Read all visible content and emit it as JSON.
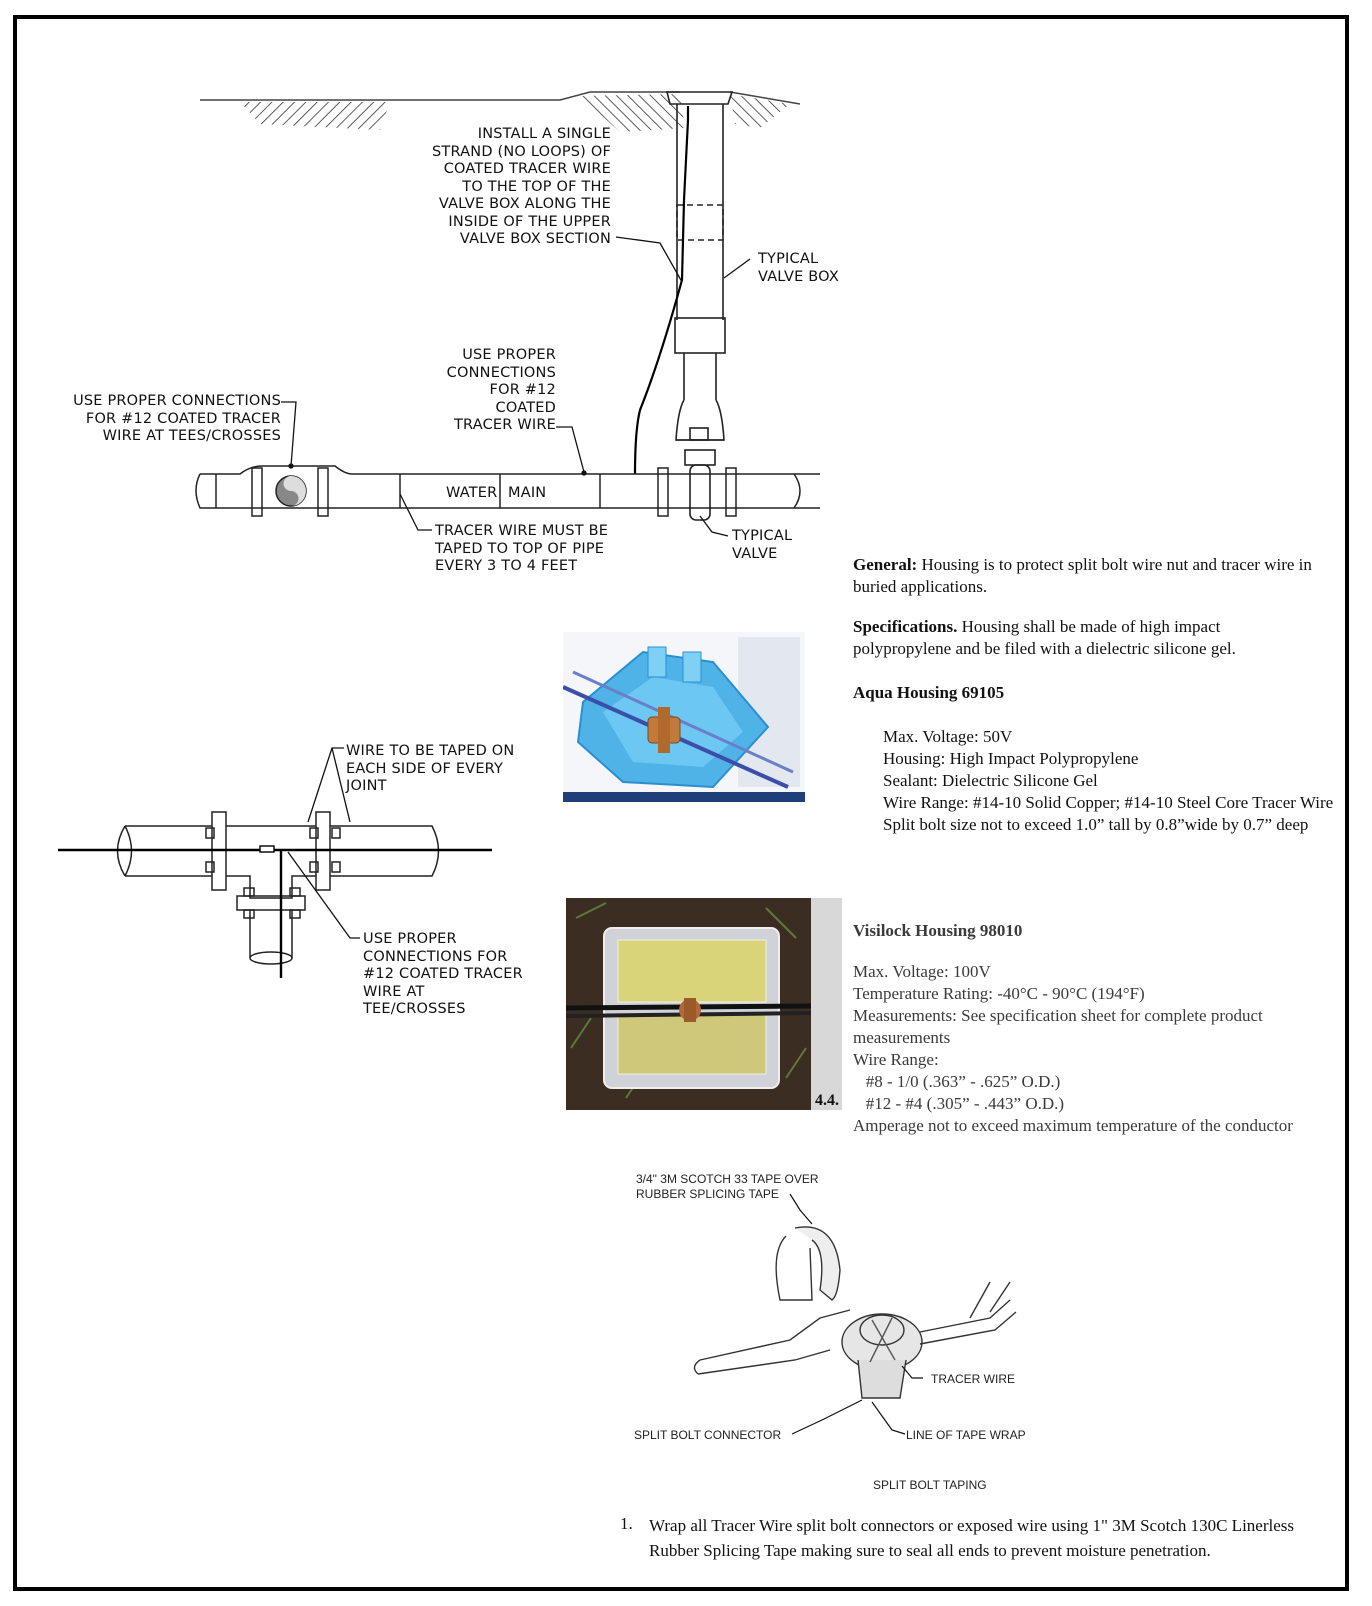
{
  "detail1": {
    "valve_wire_note": "INSTALL A SINGLE\nSTRAND (NO LOOPS) OF\nCOATED TRACER WIRE\nTO THE TOP OF THE\nVALVE BOX ALONG THE\nINSIDE OF THE UPPER\nVALVE BOX SECTION",
    "valve_box": "TYPICAL\nVALVE BOX",
    "connections_12": "USE PROPER\nCONNECTIONS\nFOR #12\nCOATED\nTRACER WIRE",
    "connections_tees": "USE PROPER CONNECTIONS\nFOR #12 COATED TRACER\nWIRE AT TEES/CROSSES",
    "water": "WATER",
    "main": "MAIN",
    "taped_note": "TRACER WIRE MUST BE\nTAPED TO TOP OF PIPE\nEVERY 3 TO 4 FEET",
    "typical_valve": "TYPICAL\nVALVE"
  },
  "detail2": {
    "taped_each_side": "WIRE TO BE TAPED ON\nEACH SIDE OF EVERY\nJOINT",
    "connections_tee": "USE PROPER\nCONNECTIONS FOR\n#12 COATED TRACER\nWIRE AT\nTEE/CROSSES"
  },
  "general": {
    "label": "General:",
    "text": " Housing is to protect split bolt wire nut and tracer wire in buried applications."
  },
  "specifications": {
    "label": "Specifications.",
    "text": " Housing shall be made of high impact polypropylene and be filed with a dielectric silicone gel."
  },
  "aqua": {
    "title": "Aqua Housing 69105",
    "specs": [
      "Max. Voltage: 50V",
      "Housing: High Impact Polypropylene",
      "Sealant: Dielectric Silicone Gel",
      "Wire Range: #14-10 Solid Copper; #14-10 Steel Core Tracer Wire",
      "Split bolt size not to exceed 1.0” tall by 0.8”wide by 0.7” deep"
    ]
  },
  "visilock": {
    "title": "Visilock Housing 98010",
    "specs": [
      "Max. Voltage: 100V",
      "Temperature Rating: -40°C - 90°C (194°F)",
      "Measurements: See specification sheet for complete product measurements",
      "Wire Range:",
      "   #8 - 1/0 (.363” - .625” O.D.)",
      "   #12 - #4 (.305” - .443” O.D.)",
      "Amperage not to exceed maximum temperature of the conductor"
    ],
    "photo_tag": "4.4."
  },
  "taping": {
    "tape_over": "3/4\" 3M SCOTCH 33 TAPE OVER\nRUBBER SPLICING TAPE",
    "tracer_wire": "TRACER WIRE",
    "split_bolt_connector": "SPLIT BOLT CONNECTOR",
    "line_of_tape": "LINE OF TAPE WRAP",
    "caption": "SPLIT BOLT TAPING"
  },
  "instruction": {
    "number": "1.",
    "text": "Wrap all Tracer Wire split bolt connectors or exposed wire using 1\" 3M Scotch 130C Linerless Rubber Splicing Tape making sure to seal all ends to prevent moisture penetration."
  }
}
